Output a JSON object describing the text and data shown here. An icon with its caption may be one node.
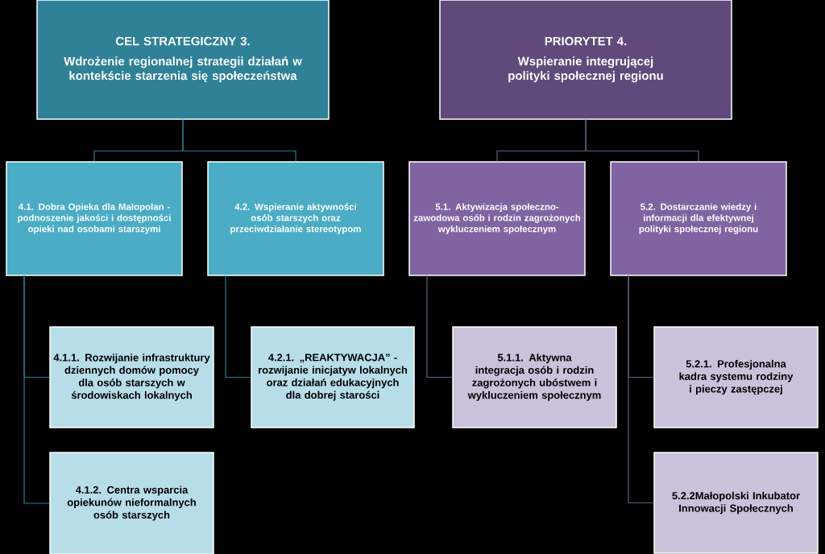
{
  "diagram": {
    "nodes": [
      {
        "text": [
          "CEL  STRATEGICZNY 3.",
          "Wdrożenie regionalnej strategii działań w kontekście starzenia się społeczeństwa"
        ]
      },
      {
        "text": [
          "PRIORYTET 4.",
          "Wspieranie integrującej polityki społecznej regionu"
        ]
      },
      {
        "text": [
          "4.1. Dobra Opieka dla Małopolan - podnoszenie jakości i dostępności opieki nad osobami starszymi"
        ]
      },
      {
        "text": [
          "4.2. Wspieranie aktywności osób starszych oraz przeciwdziałanie stereotypom"
        ]
      },
      {
        "text": [
          "5.1. Aktywizacja społeczno- zawodowa osób i rodzin zagrożonych wykluczeniem społecznym"
        ]
      },
      {
        "text": [
          "5.2. Dostarczanie wiedzy i informacji dla efektywnej polityki społecznej regionu"
        ]
      },
      {
        "text": [
          "4.1.1. Rozwijanie infrastruktury dziennych domów pomocy dla osób starszych w środowiskach lokalnych"
        ]
      },
      {
        "text": [
          "4.1.2. Centra wsparcia opiekunów nieformalnych osób starszych"
        ]
      },
      {
        "text": [
          "4.2.1. „REAKTYWACJA” - rozwijanie inicjatyw lokalnych oraz działań edukacyjnych dla dobrej starości"
        ]
      },
      {
        "text": [
          "5.1.1. Aktywna integracja osób i rodzin zagrożonych ubóstwem i wykluczeniem społecznym"
        ]
      },
      {
        "text": [
          "5.2.1. Profesjonalna kadra systemu rodziny i pieczy zastępczej"
        ]
      },
      {
        "text": [
          "5.2.2Małopolski Inkubator Innowacji Społecznych"
        ]
      }
    ],
    "edges": [
      {
        "from": 0,
        "to": 2,
        "arrow": "none"
      },
      {
        "from": 0,
        "to": 3,
        "arrow": "none"
      },
      {
        "from": 1,
        "to": 4,
        "arrow": "none"
      },
      {
        "from": 1,
        "to": 5,
        "arrow": "none"
      },
      {
        "from": 2,
        "to": 6,
        "arrow": "none"
      },
      {
        "from": 2,
        "to": 7,
        "arrow": "none"
      },
      {
        "from": 3,
        "to": 8,
        "arrow": "none"
      },
      {
        "from": 4,
        "to": 9,
        "arrow": "none"
      },
      {
        "from": 5,
        "to": 10,
        "arrow": "none"
      },
      {
        "from": 5,
        "to": 11,
        "arrow": "none"
      }
    ]
  }
}
